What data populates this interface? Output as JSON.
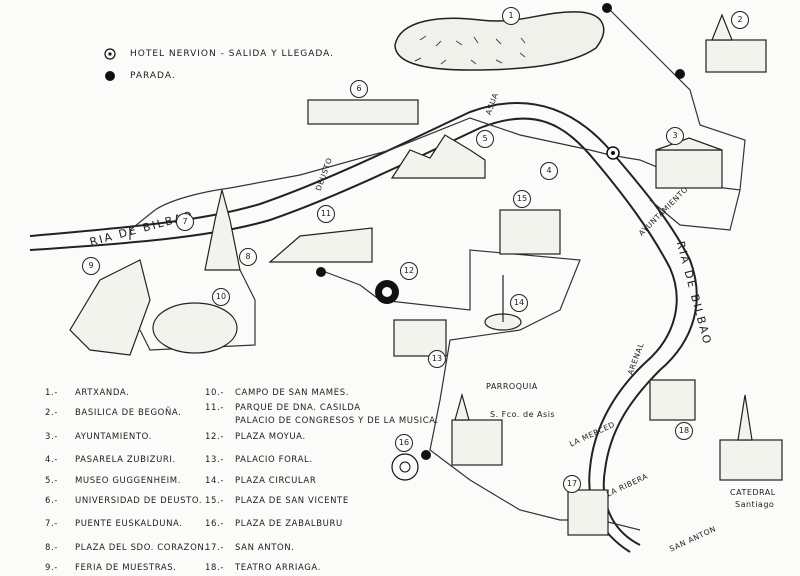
{
  "legend": {
    "hotel_label": "HOTEL NERVION - SALIDA Y LLEGADA.",
    "stop_label": "PARADA."
  },
  "places": [
    {
      "num": "1.-",
      "name": "ARTXANDA."
    },
    {
      "num": "2.-",
      "name": "BASILICA DE BEGOÑA."
    },
    {
      "num": "3.-",
      "name": "AYUNTAMIENTO."
    },
    {
      "num": "4.-",
      "name": "PASARELA ZUBIZURI."
    },
    {
      "num": "5.-",
      "name": "MUSEO GUGGENHEIM."
    },
    {
      "num": "6.-",
      "name": "UNIVERSIDAD DE DEUSTO."
    },
    {
      "num": "7.-",
      "name": "PUENTE EUSKALDUNA."
    },
    {
      "num": "8.-",
      "name": "PLAZA DEL SDO. CORAZON."
    },
    {
      "num": "9.-",
      "name": "FERIA DE MUESTRAS."
    },
    {
      "num": "10.-",
      "name": "CAMPO DE SAN MAMES."
    },
    {
      "num": "11.-",
      "name": "PARQUE DE DNA. CASILDA"
    },
    {
      "num": "",
      "name": "PALACIO DE CONGRESOS Y DE LA MUSICA."
    },
    {
      "num": "12.-",
      "name": "PLAZA MOYUA."
    },
    {
      "num": "13.-",
      "name": "PALACIO FORAL."
    },
    {
      "num": "14.-",
      "name": "PLAZA CIRCULAR"
    },
    {
      "num": "15.-",
      "name": "PLAZA DE SAN VICENTE"
    },
    {
      "num": "16.-",
      "name": "PLAZA DE ZABALBURU"
    },
    {
      "num": "17.-",
      "name": "SAN ANTON."
    },
    {
      "num": "18.-",
      "name": "TEATRO ARRIAGA."
    }
  ],
  "badges": [
    "1",
    "2",
    "3",
    "4",
    "5",
    "6",
    "7",
    "8",
    "9",
    "10",
    "11",
    "12",
    "13",
    "14",
    "15",
    "16",
    "17",
    "18"
  ],
  "streets": {
    "ria_left": "RIA  DE  BILBAO",
    "ria_right": "RIA DE BILBAO",
    "asua": "ASUA",
    "deusto": "DEUSTO",
    "ayuntamiento": "AYUNTAMIENTO",
    "arenal": "ARENAL",
    "la_merced": "LA MERCED",
    "la_ribera": "LA RIBERA",
    "san_anton": "SAN ANTON"
  },
  "captions": {
    "parroquia": "PARROQUIA",
    "parroquia_sub": "S. Fco. de Asis",
    "catedral": "CATEDRAL",
    "catedral_sub": "Santiago"
  },
  "colors": {
    "ink": "#1c1c1c",
    "paper": "#fbfbf9"
  }
}
